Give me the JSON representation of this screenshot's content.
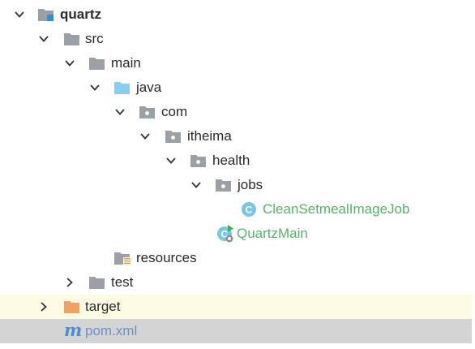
{
  "project": {
    "name": "quartz",
    "icon": "module-folder-icon"
  },
  "nodes": {
    "src": "src",
    "main": "main",
    "java": "java",
    "com": "com",
    "itheima": "itheima",
    "health": "health",
    "jobs": "jobs",
    "clean_job": "CleanSetmealImageJob",
    "quartz_main": "QuartzMain",
    "resources": "resources",
    "test": "test",
    "target": "target",
    "pom": "pom.xml"
  },
  "icons": {
    "class_badge_letter": "C",
    "maven_letter": "m"
  },
  "colors": {
    "class_text": "#57b468",
    "class_icon": "#79c7e3",
    "folder_gray": "#9aa0a6",
    "source_folder_blue": "#87cfec",
    "excluded_folder_orange": "#f3a063",
    "target_row_bg": "#fdfbe4",
    "selected_row_bg": "#d4d4d4",
    "maven_blue": "#4c8ec9",
    "run_arrow_green": "#3ab54a"
  }
}
